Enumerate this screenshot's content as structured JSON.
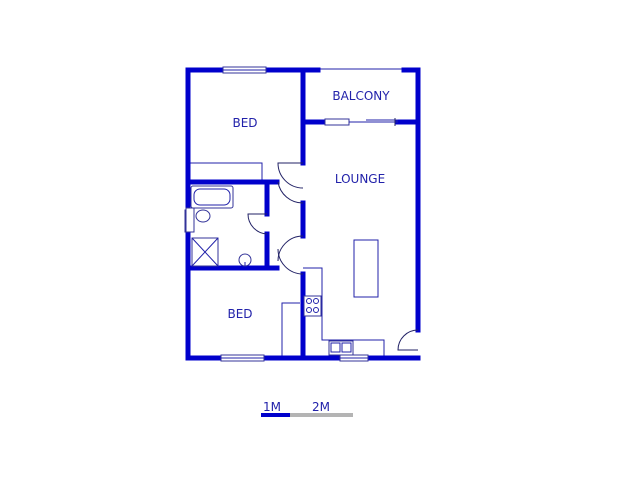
{
  "rooms": {
    "bed_top": "BED",
    "balcony": "BALCONY",
    "lounge": "LOUNGE",
    "bed_bottom": "BED"
  },
  "scale": {
    "label_1": "1M",
    "label_2": "2M"
  },
  "colors": {
    "wall": "#0000cc",
    "label": "#2222aa",
    "scale_dark": "#0000cc",
    "scale_light": "#b4b4b4"
  },
  "icons": {
    "toilet": "toilet-icon",
    "bathtub": "bathtub-icon",
    "shower": "shower-icon",
    "sink": "basin-icon",
    "kitchen_sink": "kitchen-sink-icon",
    "stove": "stove-icon"
  }
}
